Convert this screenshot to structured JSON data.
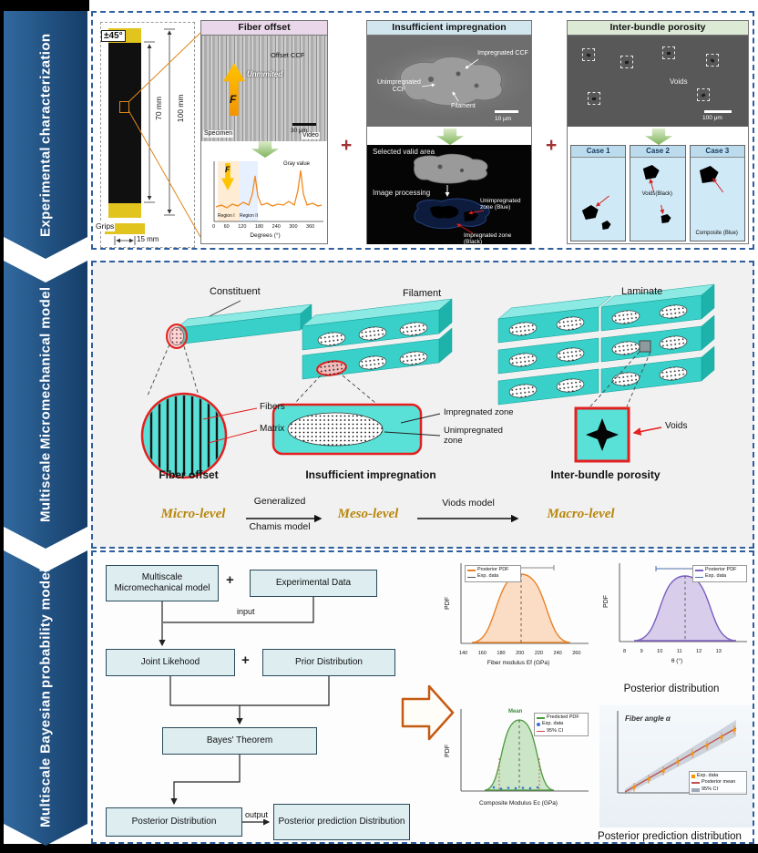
{
  "side": {
    "s1_line1": "Experimental",
    "s1_line2": "characterization",
    "s2_line1": "Multiscale",
    "s2_line2": "Micromechanical model",
    "s3_line1": "Multiscale Bayesian",
    "s3_line2": "probability model"
  },
  "exp": {
    "plus": "+",
    "specimen": {
      "angle": "±45°",
      "dim100": "100 mm",
      "dim70": "70 mm",
      "dim15": "15 mm",
      "grips": "Grips"
    },
    "offset": {
      "title": "Fiber offset",
      "offset_ccf": "Offset CCF",
      "unmmited": "Unmmited",
      "f": "F",
      "scale": "30 μm",
      "specimen": "Specimen",
      "video": "Video",
      "gray_value": "Gray value",
      "region1": "Region I",
      "region2": "Region II",
      "xticks": "0 60 120 180 240 300 360",
      "xlabel": "Degrees (°)"
    },
    "impreg": {
      "title": "Insufficient impregnation",
      "impregnated": "Impregnated CCF",
      "unimpregnated": "Unimpregnated CCF",
      "filament": "Filament",
      "scale": "10 μm",
      "selected": "Selected valid area",
      "processing": "Image processing",
      "zone_blue": "Unimpregnated zone (Blue)",
      "zone_black": "Impregnated zone (Black)"
    },
    "poro": {
      "title": "Inter-bundle porosity",
      "voids": "Voids",
      "scale": "100 μm",
      "case1": "Case 1",
      "case2": "Case 2",
      "case3": "Case 3",
      "voids_black": "Voids(Black)",
      "composite_blue": "Composite (Blue)"
    }
  },
  "micro": {
    "constituent": "Constituent",
    "filament": "Filament",
    "laminate": "Laminate",
    "fibers": "Fibers",
    "matrix": "Matrix",
    "impregnated_zone": "Impregnated zone",
    "unimpregnated_zone": "Unimpregnated zone",
    "voids": "Voids",
    "fiber_offset": "Fiber offset",
    "insufficient": "Insufficient impregnation",
    "interbundle": "Inter-bundle porosity",
    "micro_level": "Micro-level",
    "generalized": "Generalized",
    "chamis": "Chamis model",
    "meso_level": "Meso-level",
    "viods": "Viods model",
    "macro_level": "Macro-level"
  },
  "bayes": {
    "plus": "+",
    "box_mm": "Multiscale Micromechanical model",
    "box_exp": "Experimental Data",
    "input": "input",
    "box_joint": "Joint Likehood",
    "box_prior": "Prior Distribution",
    "box_theorem": "Bayes' Theorem",
    "box_post": "Posterior Distribution",
    "output": "output",
    "box_pred": "Posterior prediction Distribution",
    "cap_post": "Posterior distribution",
    "cap_pred": "Posterior prediction distribution"
  },
  "plots": {
    "p1": {
      "legend1": "Posterior PDF",
      "legend2": "Exp. data",
      "ylabel": "PDF",
      "xticks": "140 160 180 200 220 240 260",
      "xlabel": "Fiber modulus Ef (GPa)"
    },
    "p2": {
      "legend1": "Posterior PDF",
      "legend2": "Exp. data",
      "ylabel": "PDF",
      "xticks": "8 9 10 11 12 13",
      "xlabel": "θ (°)"
    },
    "p3": {
      "mean": "Mean",
      "legend1": "Predicted PDF",
      "legend2": "Exp. data",
      "legend3": "95% CI",
      "ylabel": "PDF",
      "xlabel": "Composite Modulus Ec (GPa)"
    },
    "p4": {
      "title": "Fiber angle α",
      "legend1": "Exp. data",
      "legend2": "Posterior mean",
      "legend3": "95% CI"
    }
  },
  "colors": {
    "banner_blue": "#1f4e79",
    "teal": "#3ccfc7",
    "highlight_red": "#e3201f",
    "gold": "#b8860b",
    "orange": "#e0861a",
    "arrow_green": "#7fb35b"
  }
}
